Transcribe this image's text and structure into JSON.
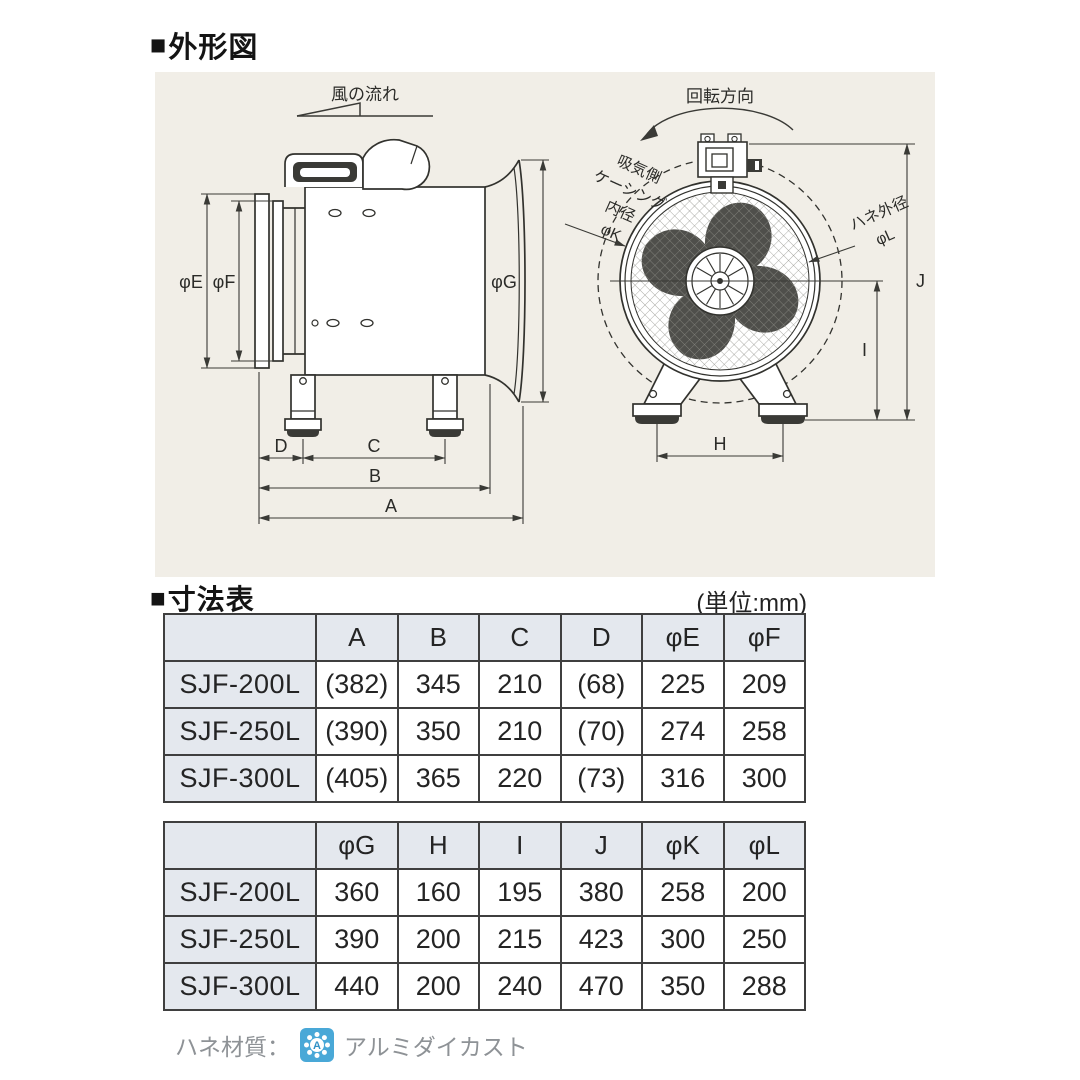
{
  "outline_section": {
    "marker": "■",
    "title": "外形図"
  },
  "dimension_section": {
    "marker": "■",
    "title": "寸法表",
    "unit_note": "(単位:mm)"
  },
  "drawing": {
    "labels": {
      "airflow": "風の流れ",
      "rotation": "回転方向",
      "phi_e": "φE",
      "phi_f": "φF",
      "phi_g": "φG",
      "a": "A",
      "b": "B",
      "c": "C",
      "d": "D",
      "h": "H",
      "i": "I",
      "j": "J",
      "intake": [
        "吸気側",
        "ケーシング",
        "内径",
        "φK"
      ],
      "blade": [
        "ハネ外径",
        "φL"
      ]
    },
    "panel_bg": "#f1eee7",
    "line_color": "#32322e"
  },
  "tables": [
    {
      "headers": [
        "",
        "A",
        "B",
        "C",
        "D",
        "φE",
        "φF"
      ],
      "rows": [
        {
          "model": "SJF-200L",
          "values": [
            "(382)",
            "345",
            "210",
            "(68)",
            "225",
            "209"
          ]
        },
        {
          "model": "SJF-250L",
          "values": [
            "(390)",
            "350",
            "210",
            "(70)",
            "274",
            "258"
          ]
        },
        {
          "model": "SJF-300L",
          "values": [
            "(405)",
            "365",
            "220",
            "(73)",
            "316",
            "300"
          ]
        }
      ]
    },
    {
      "headers": [
        "",
        "φG",
        "H",
        "I",
        "J",
        "φK",
        "φL"
      ],
      "rows": [
        {
          "model": "SJF-200L",
          "values": [
            "360",
            "160",
            "195",
            "380",
            "258",
            "200"
          ]
        },
        {
          "model": "SJF-250L",
          "values": [
            "390",
            "200",
            "215",
            "423",
            "300",
            "250"
          ]
        },
        {
          "model": "SJF-300L",
          "values": [
            "440",
            "200",
            "240",
            "470",
            "350",
            "288"
          ]
        }
      ]
    }
  ],
  "footer": {
    "label": "ハネ材質：",
    "value": "アルミダイカスト",
    "icon_letter": "A",
    "icon_color": "#49a8d7"
  }
}
